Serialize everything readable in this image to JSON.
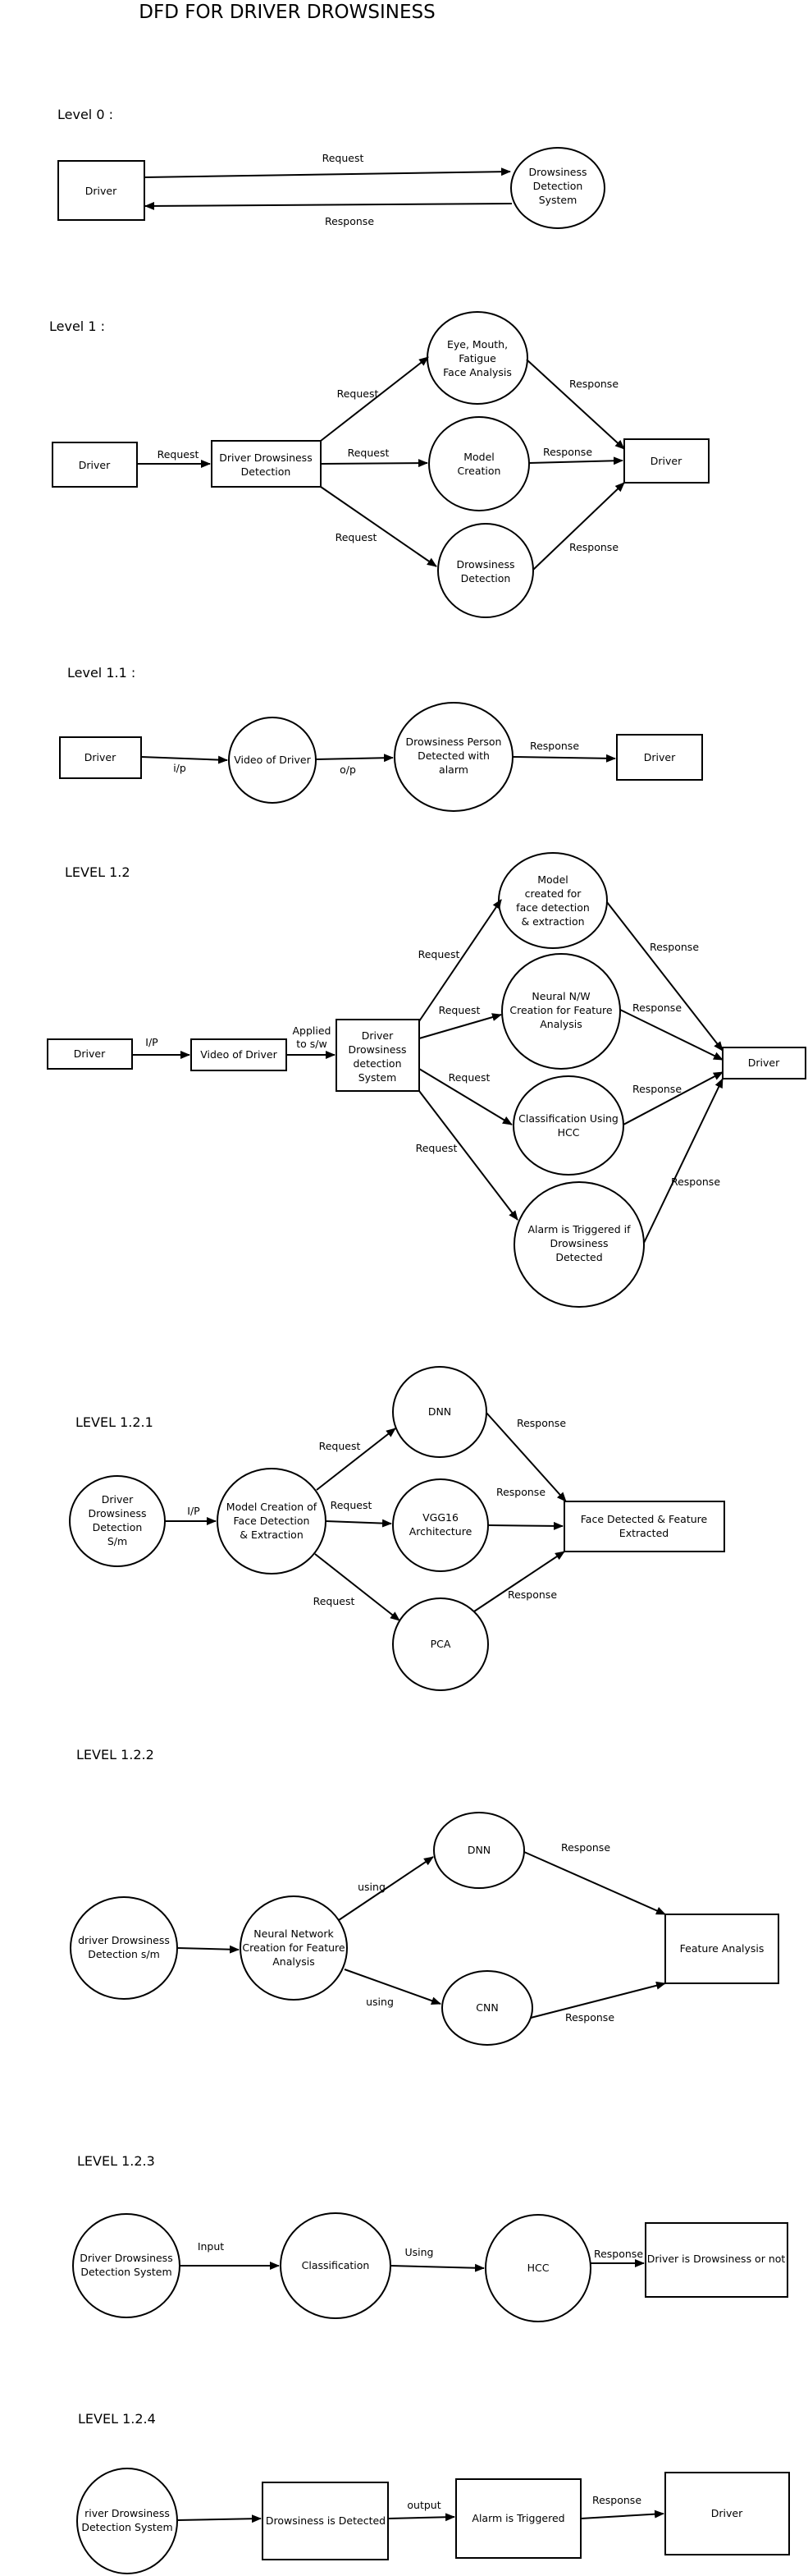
{
  "title": "DFD FOR DRIVER DROWSINESS",
  "levels": {
    "l0": {
      "heading": "Level 0 :",
      "driver": "Driver",
      "system": [
        "Drowsiness",
        "Detection",
        "System"
      ],
      "edge_request": "Request",
      "edge_response": "Response"
    },
    "l1": {
      "heading": "Level 1 :",
      "driver_in": "Driver",
      "detection": [
        "Driver Drowsiness",
        "Detection"
      ],
      "face_analysis": [
        "Eye, Mouth,",
        "Fatigue",
        "Face Analysis"
      ],
      "model_creation": [
        "Model",
        "Creation"
      ],
      "drowsiness_detection": [
        "Drowsiness",
        "Detection"
      ],
      "driver_out": "Driver",
      "edge_request_in": "Request",
      "edge_request_face": "Request",
      "edge_request_model": "Request",
      "edge_request_drowsy": "Request",
      "edge_response_face": "Response",
      "edge_response_model": "Response",
      "edge_response_drowsy": "Response"
    },
    "l11": {
      "heading": "Level 1.1 :",
      "driver_in": "Driver",
      "video": "Video of Driver",
      "alarm": [
        "Drowsiness Person",
        "Detected with",
        "alarm"
      ],
      "driver_out": "Driver",
      "edge_ip": "i/p",
      "edge_op": "o/p",
      "edge_response": "Response"
    },
    "l12": {
      "heading": "LEVEL 1.2",
      "driver_in": "Driver",
      "video": "Video of Driver",
      "system": [
        "Driver",
        "Drowsiness",
        "detection",
        "System"
      ],
      "model": [
        "Model",
        "created for",
        "face detection",
        "& extraction"
      ],
      "neural": [
        "Neural N/W",
        "Creation for Feature",
        "Analysis"
      ],
      "classification": [
        "Classification Using",
        "HCC"
      ],
      "alarm": [
        "Alarm is  Triggered  if",
        "Drowsiness",
        "Detected"
      ],
      "driver_out": "Driver",
      "edge_ip": "I/P",
      "edge_applied": [
        "Applied",
        "to s/w"
      ],
      "edge_request_model": "Request",
      "edge_request_neural": "Request",
      "edge_request_class": "Request",
      "edge_request_alarm": "Request",
      "edge_response_model": "Response",
      "edge_response_neural": "Response",
      "edge_response_class": "Response",
      "edge_response_alarm": "Response"
    },
    "l121": {
      "heading": "LEVEL 1.2.1",
      "system": [
        "Driver",
        "Drowsiness",
        "Detection",
        "S/m"
      ],
      "model": [
        "Model Creation of",
        "Face Detection",
        "& Extraction"
      ],
      "dnn": "DNN",
      "vgg": [
        "VGG16",
        "Architecture"
      ],
      "pca": "PCA",
      "result": [
        "Face Detected & Feature",
        "Extracted"
      ],
      "edge_ip": "I/P",
      "edge_request_dnn": "Request",
      "edge_request_vgg": "Request",
      "edge_request_pca": "Request",
      "edge_response_dnn": "Response",
      "edge_response_vgg": "Response",
      "edge_response_pca": "Response"
    },
    "l122": {
      "heading": "LEVEL 1.2.2",
      "system": [
        "driver Drowsiness",
        "Detection s/m"
      ],
      "neural": [
        "Neural Network",
        "Creation for Feature",
        "Analysis"
      ],
      "dnn": "DNN",
      "cnn": "CNN",
      "feature": "Feature Analysis",
      "edge_using_dnn": "using",
      "edge_using_cnn": "using",
      "edge_response_dnn": "Response",
      "edge_response_cnn": "Response"
    },
    "l123": {
      "heading": "LEVEL 1.2.3",
      "system": [
        "Driver Drowsiness",
        "Detection System"
      ],
      "classification": "Classification",
      "hcc": "HCC",
      "result": "Driver is Drowsiness or not",
      "edge_input": "Input",
      "edge_using": "Using",
      "edge_response": "Response"
    },
    "l124": {
      "heading": "LEVEL 1.2.4",
      "system": [
        "river Drowsiness",
        "Detection System"
      ],
      "detected": "Drowsiness is Detected",
      "alarm": "Alarm is Triggered",
      "driver": "Driver",
      "edge_output": "output",
      "edge_response": "Response"
    }
  }
}
